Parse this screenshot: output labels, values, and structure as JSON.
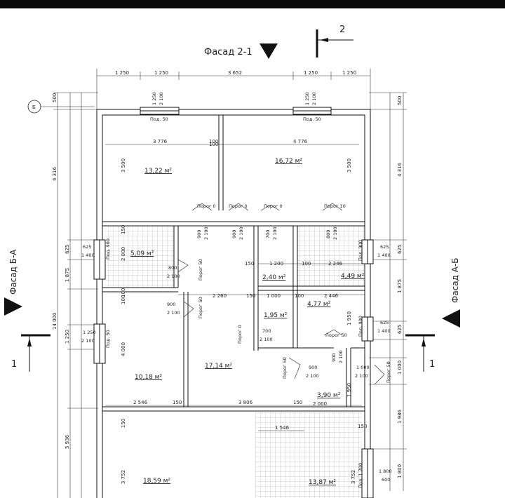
{
  "facades": {
    "top": "Фасад 2-1",
    "left": "Фасад Б-А",
    "right": "Фасад А-Б"
  },
  "section_marks": {
    "top": "2",
    "left": "1",
    "right": "1"
  },
  "axis_label": "Б",
  "top_dims": [
    "1 250",
    "1 250",
    "3 652",
    "1 250",
    "1 250"
  ],
  "inner_dims": [
    "3 776",
    "100",
    "4 776"
  ],
  "overall_dim": "14 000",
  "rooms": [
    {
      "area": "13,22 м²"
    },
    {
      "area": "16,72 м²"
    },
    {
      "area": "5,09 м²"
    },
    {
      "area": "2,40 м²"
    },
    {
      "area": "4,49 м²"
    },
    {
      "area": "1,95 м²"
    },
    {
      "area": "4,77 м²"
    },
    {
      "area": "10,18 м²"
    },
    {
      "area": "17,14 м²"
    },
    {
      "area": "3,90 м²"
    },
    {
      "area": "18,59 м²"
    },
    {
      "area": "13,87 м²"
    }
  ],
  "thresholds": [
    "Порог 0",
    "Порог 0",
    "Порог 0",
    "Порог 10",
    "Порог 50",
    "Порог 50",
    "Порог 0",
    "Порог 50",
    "Порог 50",
    "Порог 50"
  ],
  "sill_labels": [
    "Под. 50",
    "Под. 50",
    "Под. 900",
    "Под. 900",
    "Под. 50",
    "Под. 900",
    "Под. 1 700"
  ],
  "window_marks": [
    "1 250",
    "2 100",
    "1 250",
    "2 100",
    "625",
    "1 400",
    "625",
    "1 400",
    "1 250",
    "2 100",
    "625",
    "1 400",
    "1 800",
    "600"
  ],
  "door_marks": [
    "900",
    "2 100",
    "900",
    "2 100",
    "700",
    "2 100",
    "800",
    "2 100",
    "800",
    "2 100",
    "900",
    "2 100",
    "700",
    "2 100",
    "900",
    "2 100",
    "900",
    "2 100",
    "1 000",
    "2 100"
  ],
  "mid_dims": [
    "2 260",
    "150",
    "1 200",
    "100",
    "2 246",
    "1 000",
    "100",
    "2 446"
  ],
  "bottom_dims": [
    "2 546",
    "150",
    "3 806",
    "150",
    "2 000",
    "1 546"
  ],
  "vert_dims_left": [
    "500",
    "4 316",
    "625",
    "1 875",
    "1 250",
    "5 936"
  ],
  "vert_dims_right": [
    "500",
    "4 316",
    "625",
    "1 875",
    "625",
    "1 000",
    "1 986",
    "1 800"
  ],
  "misc_dims": [
    "3 500",
    "3 500",
    "150",
    "2 000",
    "100",
    "4 000",
    "150",
    "3 752",
    "1 950",
    "1 950",
    "150",
    "150",
    "100",
    "100",
    "3 752"
  ]
}
